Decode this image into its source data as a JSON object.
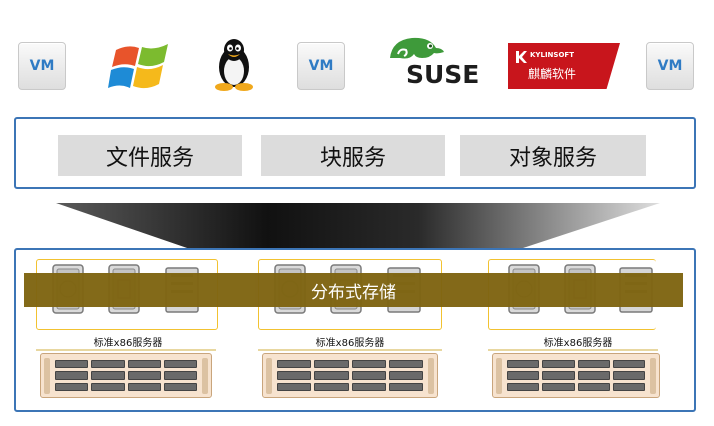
{
  "top_row": {
    "vm_label": "VM",
    "suse_text": "SUSE",
    "kylin_en": "KYLINSOFT",
    "kylin_cn": "麒麟软件"
  },
  "services": {
    "file": "文件服务",
    "block": "块服务",
    "object": "对象服务"
  },
  "storage": {
    "layer_label": "分布式存储",
    "server_label": "标准x86服务器"
  },
  "colors": {
    "panel_border": "#3c75b6",
    "service_box": "#dcdcdc",
    "storage_bar": "#7f6512",
    "group_border": "#f2c230",
    "vm_text": "#2f7bc4",
    "kylin_red": "#c8151c"
  },
  "icons": [
    "windows-logo-icon",
    "linux-tux-icon",
    "suse-chameleon-icon",
    "kylinsoft-logo-icon",
    "hard-drive-icon",
    "server-rack-icon"
  ]
}
